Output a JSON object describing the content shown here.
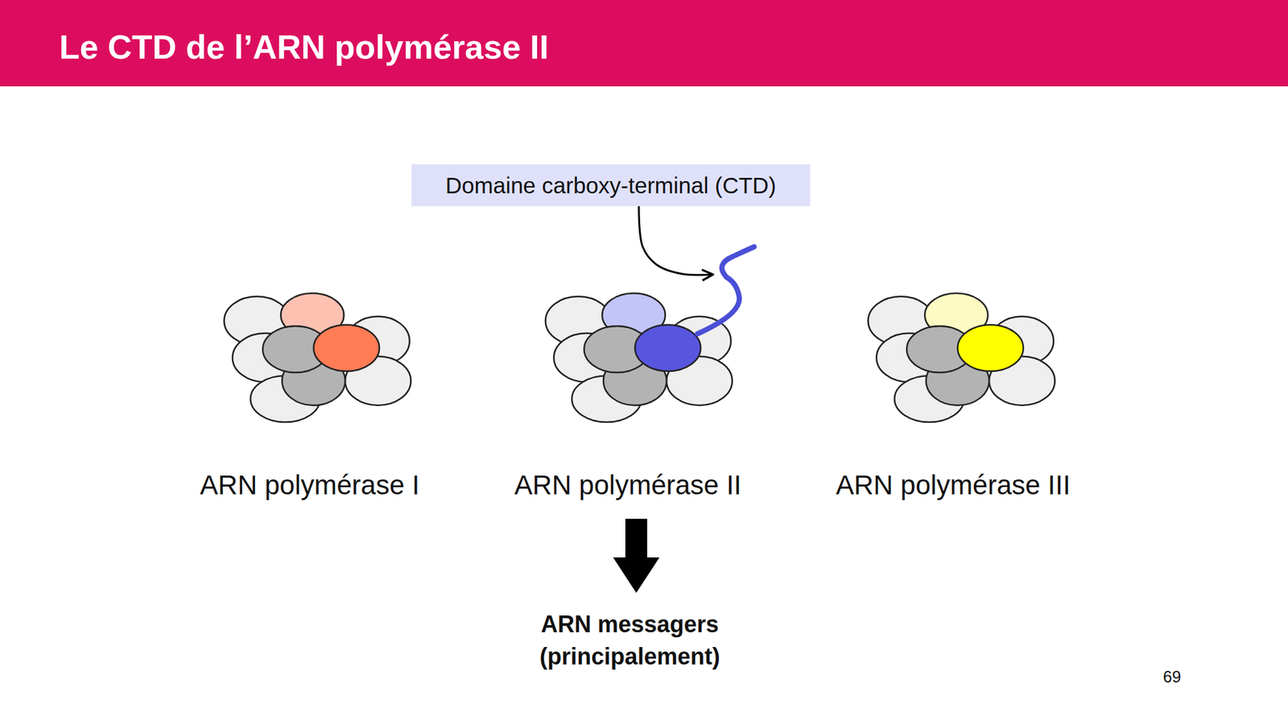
{
  "diagram": {
    "title": "Le CTD de l’ARN polymérase II",
    "nodes": [
      {
        "text": [
          "Domaine carboxy-terminal (CTD)"
        ]
      },
      {
        "text": [
          "ARN polymérase I"
        ]
      },
      {
        "text": [
          "ARN polymérase II"
        ]
      },
      {
        "text": [
          "ARN polymérase III"
        ]
      },
      {
        "text": [
          "ARN messagers (principalement)"
        ]
      }
    ],
    "edges": [
      {
        "from": 0,
        "to": 2,
        "arrow": "to"
      },
      {
        "from": 2,
        "to": 4,
        "arrow": "to"
      }
    ],
    "labels": [
      "69"
    ]
  }
}
